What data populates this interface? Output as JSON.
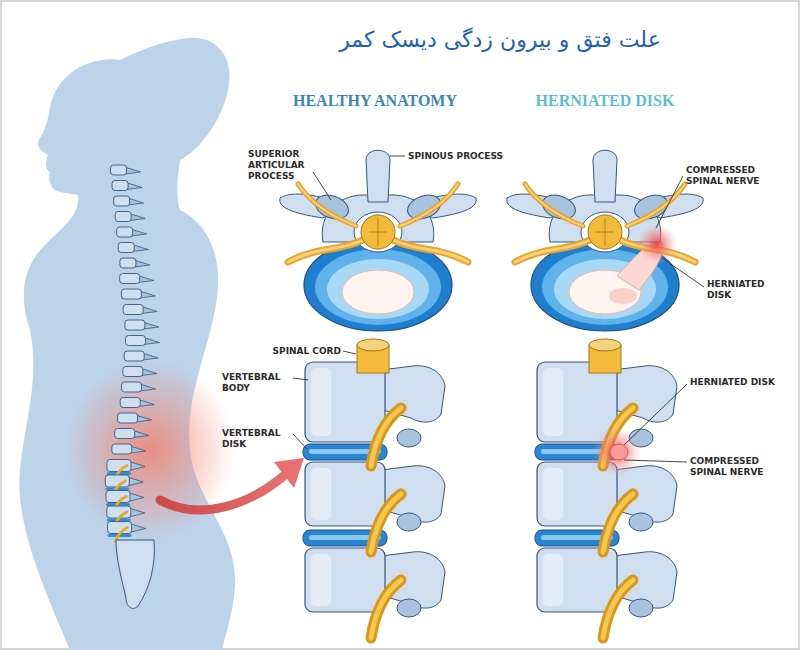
{
  "diagram": {
    "title": "علت فتق و بیرون زدگی دیسک کمر",
    "labels": [
      "HEALTHY ANATOMY",
      "HERNIATED DISK",
      "SUPERIOR ARTICULAR PROCESS",
      "SPINOUS PROCESS",
      "COMPRESSED SPINAL NERVE",
      "HERNIATED DISK",
      "SPINAL CORD",
      "VERTEBRAL BODY",
      "VERTEBRAL DISK",
      "HERNIATED DISK",
      "COMPRESSED SPINAL NERVE"
    ]
  }
}
